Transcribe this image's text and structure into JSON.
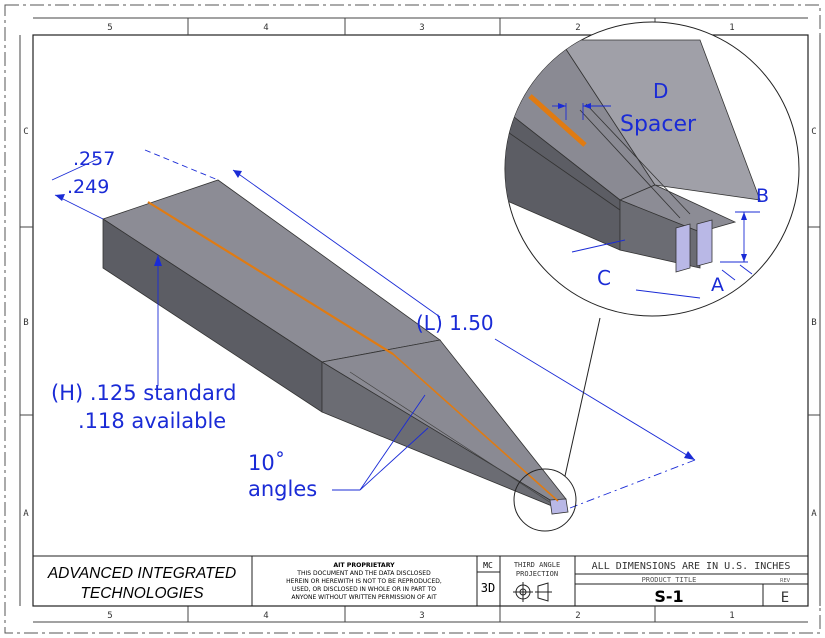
{
  "zones": {
    "columns": [
      "5",
      "4",
      "3",
      "2",
      "1"
    ],
    "rows": [
      "C",
      "B",
      "A"
    ]
  },
  "dimensions": {
    "width_max": ".257",
    "width_min": ".249",
    "height": "(H) .125 standard",
    "height_alt": ".118 available",
    "length": "(L) 1.50",
    "angle": "10˚",
    "angle_label": "angles"
  },
  "detail": {
    "d_label": "D",
    "spacer_label": "Spacer",
    "a_label": "A",
    "b_label": "B",
    "c_label": "C"
  },
  "title_block": {
    "company_line1": "ADVANCED INTEGRATED",
    "company_line2": "TECHNOLOGIES",
    "notice_title": "AIT PROPRIETARY",
    "notice_lines": [
      "THIS DOCUMENT AND THE DATA DISCLOSED",
      "HEREIN OR HEREWITH IS NOT TO BE REPRODUCED,",
      "USED, OR DISCLOSED IN WHOLE OR IN PART TO",
      "ANYONE WITHOUT WRITTEN PERMISSION OF AIT"
    ],
    "mc_label": "MC",
    "mc_value": "3D",
    "projection_line1": "THIRD ANGLE",
    "projection_line2": "PROJECTION",
    "units_note": "ALL DIMENSIONS ARE IN U.S. INCHES",
    "product_title_label": "PRODUCT TITLE",
    "product_title": "S-1",
    "rev_label": "REV",
    "rev_value": "E"
  },
  "colors": {
    "dimension": "#1a2bd6",
    "part_light": "#8c8c95",
    "part_dark": "#5c5d64",
    "part_face": "#72737b",
    "spacer": "#e07b12",
    "tip_face": "#b9b8e6"
  }
}
